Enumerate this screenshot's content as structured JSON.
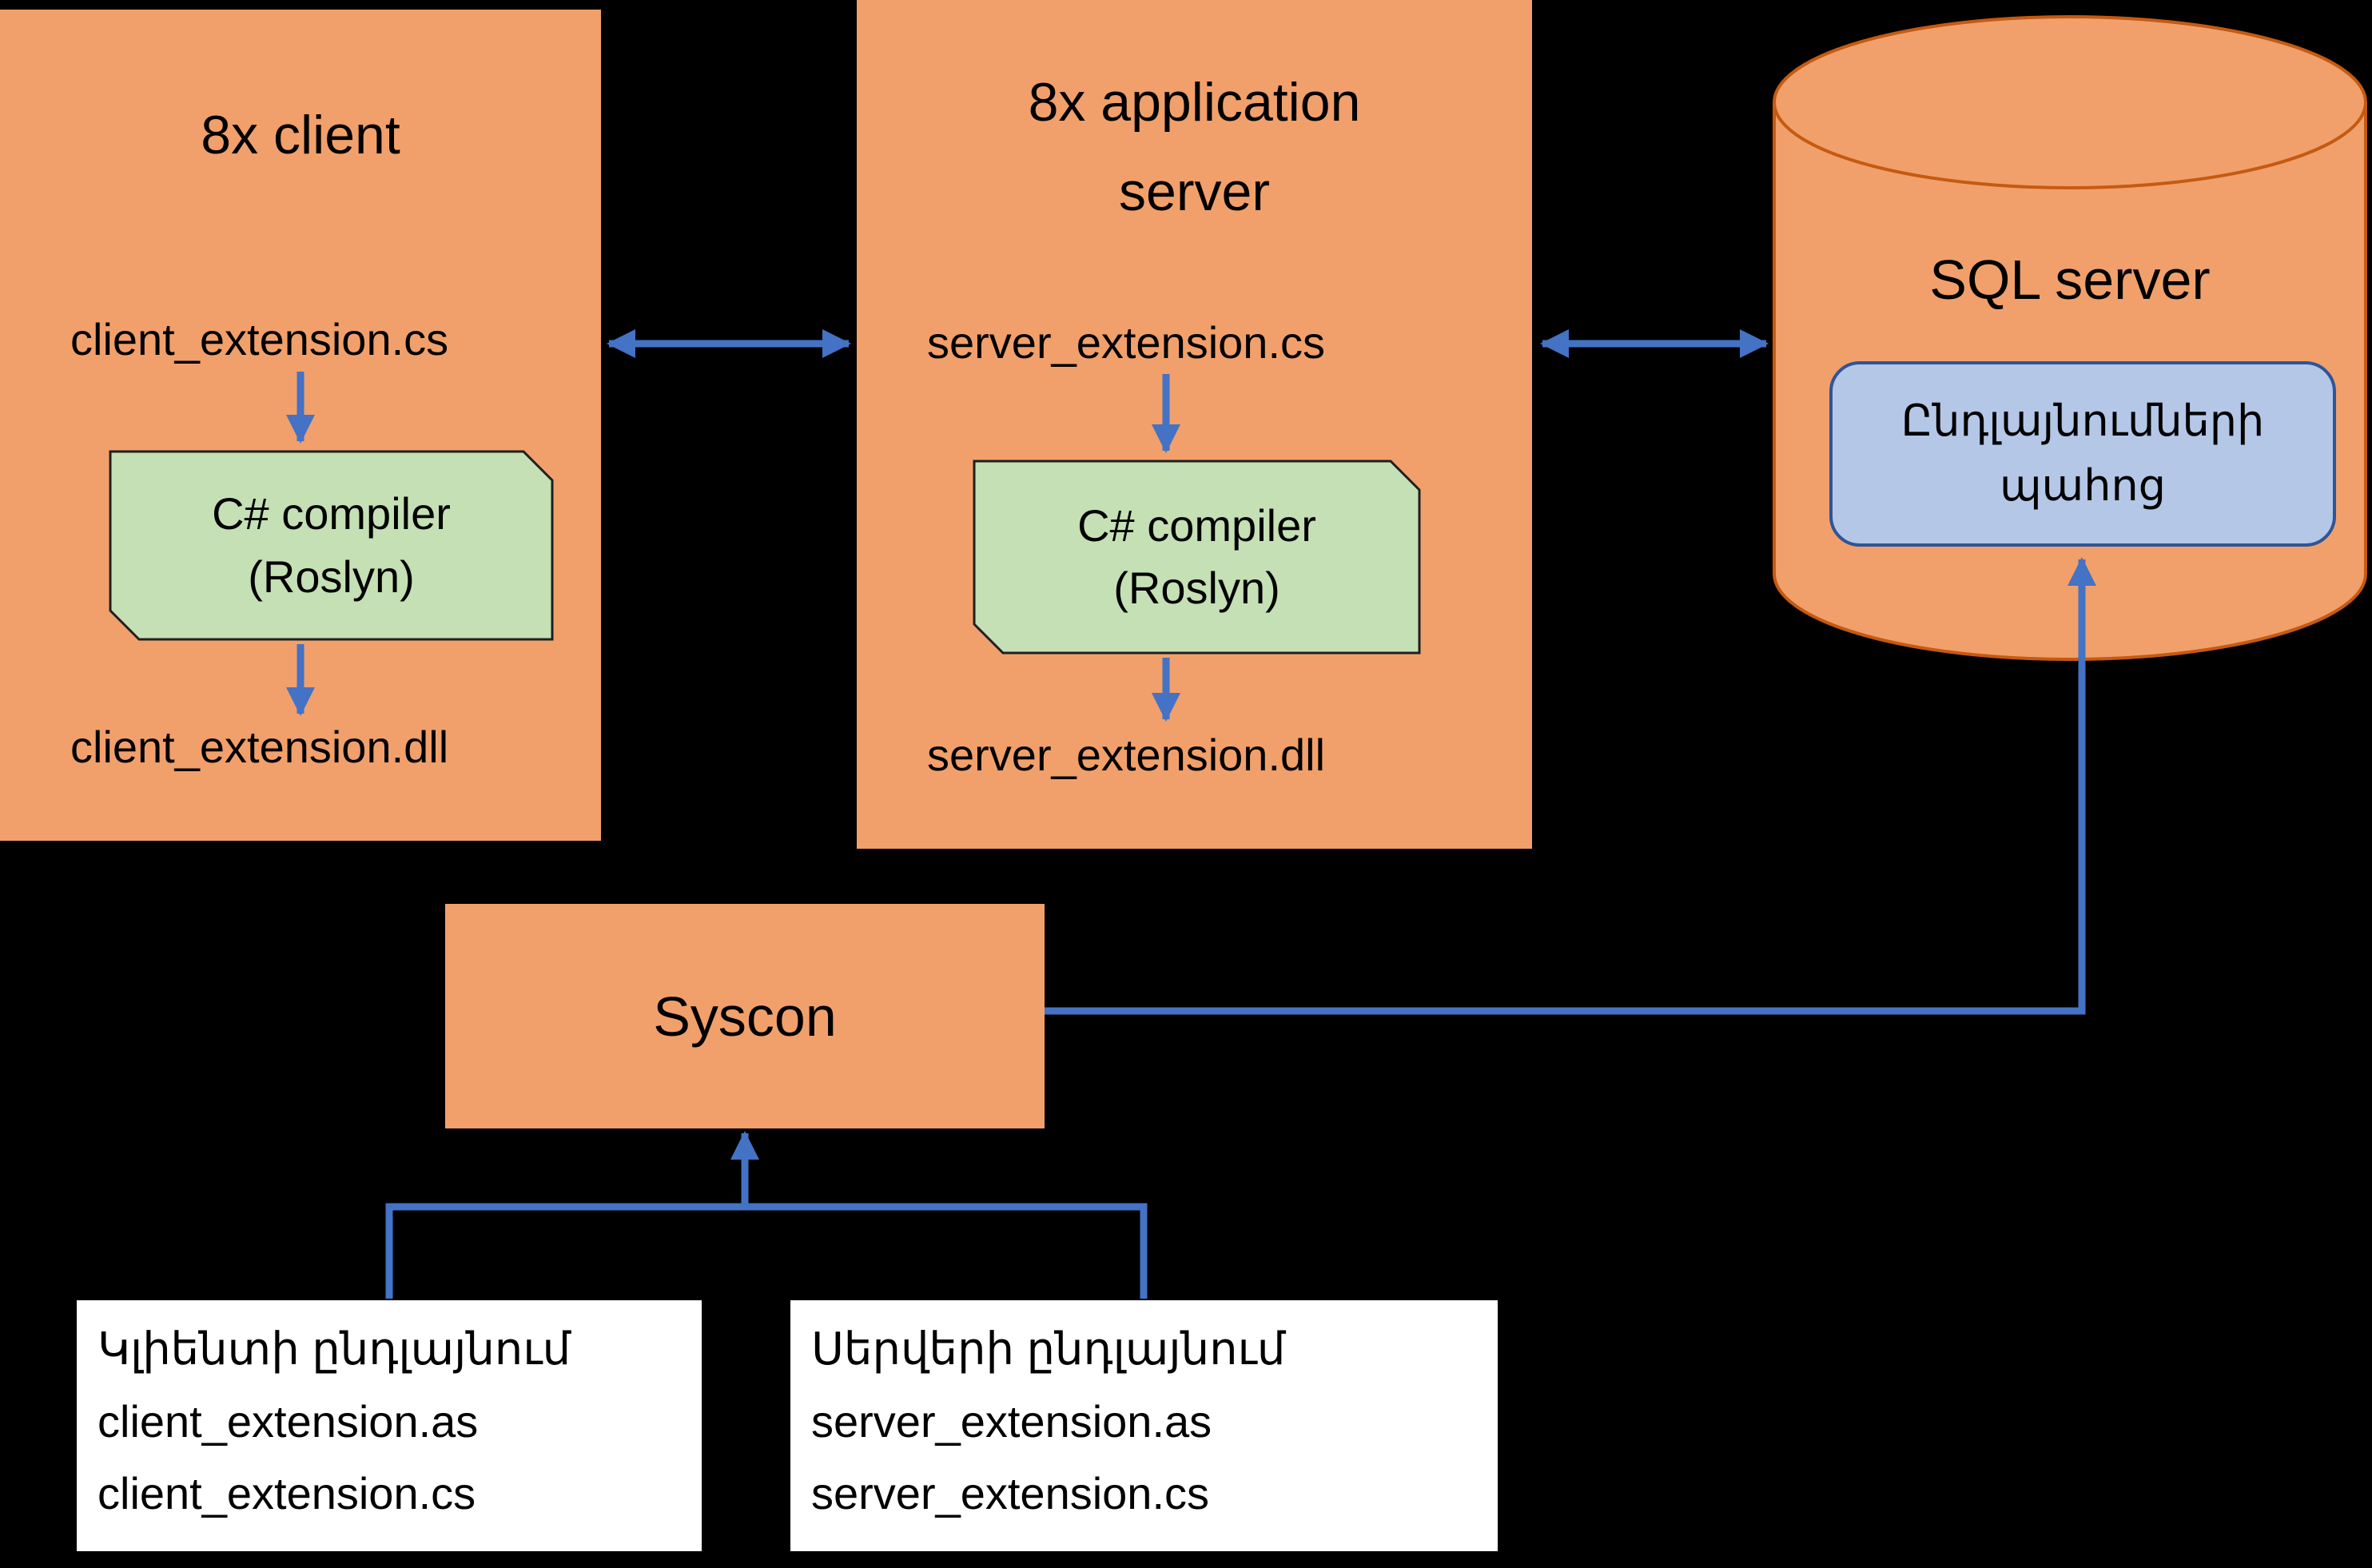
{
  "colors": {
    "background": "#000000",
    "box_orange": "#F1A06B",
    "box_orange_border": "#C55A11",
    "compiler_green": "#C5E0B4",
    "compiler_border": "#1f1f1f",
    "repo_blue": "#B4C7E7",
    "repo_blue_border": "#2E5597",
    "arrow_blue": "#4472C4",
    "white_box_bg": "#FFFFFF",
    "white_box_border": "#000000",
    "text": "#000000"
  },
  "nodes": {
    "client": {
      "title": "8x client",
      "source_file": "client_extension.cs",
      "compiler_line1": "C# compiler",
      "compiler_line2": "(Roslyn)",
      "output_file": "client_extension.dll"
    },
    "app_server": {
      "title_line1": "8x application",
      "title_line2": "server",
      "source_file": "server_extension.cs",
      "compiler_line1": "C# compiler",
      "compiler_line2": "(Roslyn)",
      "output_file": "server_extension.dll"
    },
    "sql_server": {
      "title": "SQL server",
      "repo_line1": "Ընդլայնումների",
      "repo_line2": "պահոց"
    },
    "syscon": {
      "title": "Syscon"
    },
    "client_extension_source": {
      "title": "Կլիենտի ընդլայնում",
      "file1": "client_extension.as",
      "file2": "client_extension.cs"
    },
    "server_extension_source": {
      "title": "Սերվերի ընդլայնում",
      "file1": "server_extension.as",
      "file2": "server_extension.cs"
    }
  }
}
